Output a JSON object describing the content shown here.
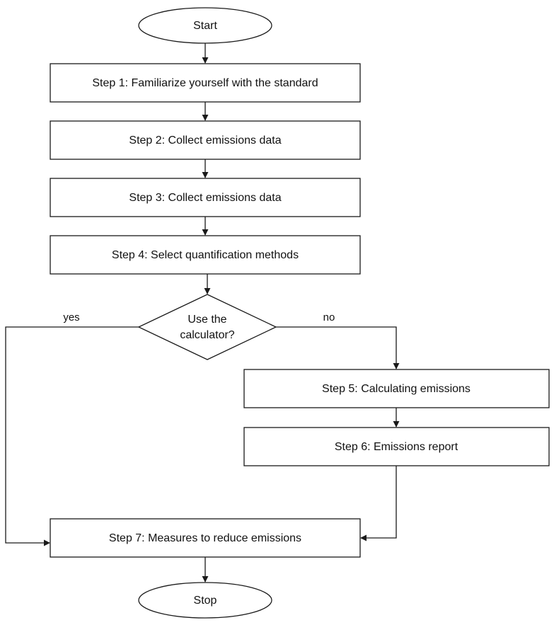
{
  "flowchart": {
    "start": "Start",
    "step1": "Step 1: Familiarize yourself with the standard",
    "step2": "Step 2: Collect emissions data",
    "step3": "Step 3: Collect emissions data",
    "step4": "Step 4: Select quantification methods",
    "decision": {
      "line1": "Use the",
      "line2": "calculator?"
    },
    "yes_label": "yes",
    "no_label": "no",
    "step5": "Step 5: Calculating emissions",
    "step6": "Step 6: Emissions report",
    "step7": "Step 7: Measures to reduce emissions",
    "stop": "Stop"
  },
  "colors": {
    "stroke": "#1a1a1a",
    "fill": "#ffffff",
    "text": "#111111"
  }
}
